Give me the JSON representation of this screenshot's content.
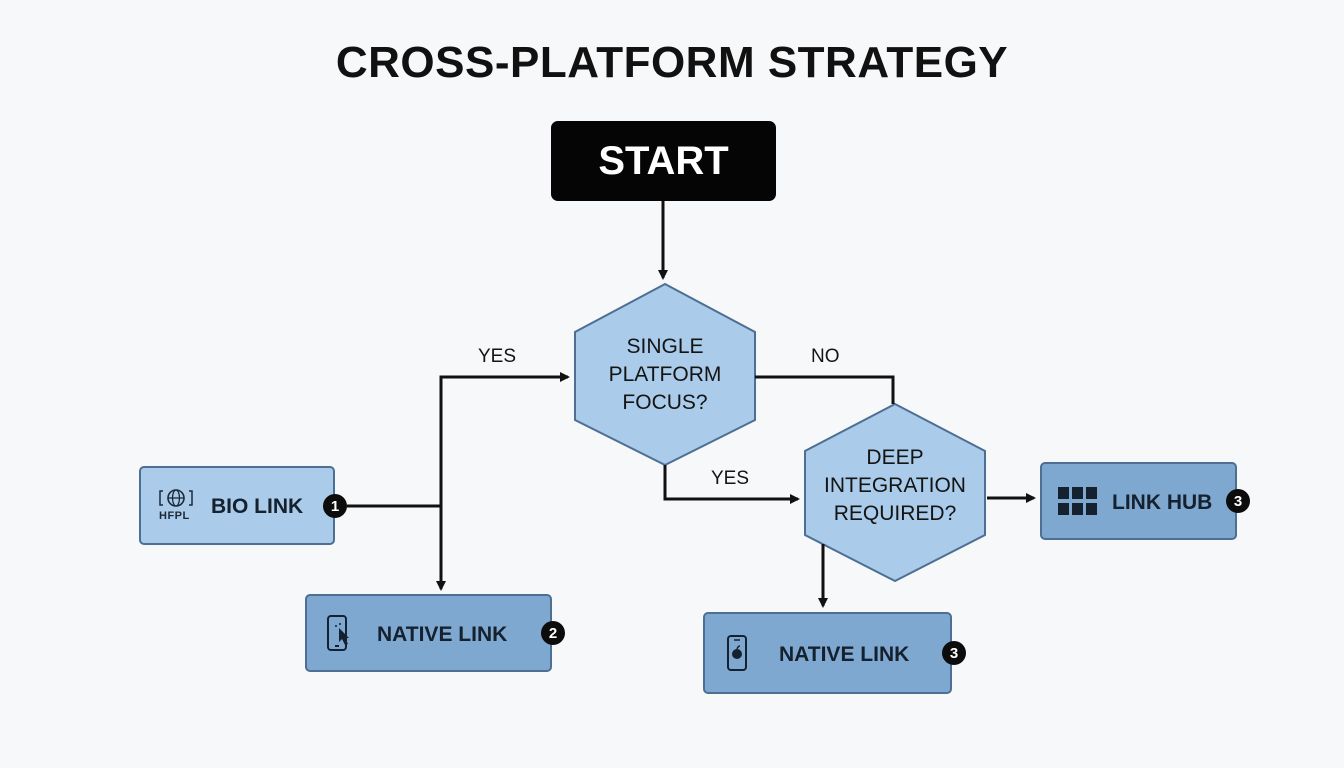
{
  "title": "CROSS-PLATFORM STRATEGY",
  "nodes": {
    "start": "START",
    "q1": [
      "SINGLE",
      "PLATFORM",
      "FOCUS?"
    ],
    "q2": [
      "DEEP",
      "INTEGRATION",
      "REQUIRED?"
    ],
    "bio_link": {
      "label": "BIO LINK",
      "badge": "1",
      "icon_text": "HFPL",
      "icon": "globe-icon"
    },
    "native_link_left": {
      "label": "NATIVE LINK",
      "badge": "2",
      "icon": "phone-tap-icon"
    },
    "native_link_right": {
      "label": "NATIVE LINK",
      "badge": "3",
      "icon": "phone-apple-icon"
    },
    "link_hub": {
      "label": "LINK HUB",
      "badge": "3",
      "icon": "grid-icon"
    }
  },
  "edges": {
    "yes_left": "YES",
    "no_right": "NO",
    "yes_bottom": "YES"
  },
  "colors": {
    "start_fill": "#050505",
    "hex_fill": "#aacbe9",
    "box_light": "#aacbe9",
    "box_mid": "#7fa8d0",
    "border": "#4d6f93",
    "arrow": "#111111"
  }
}
